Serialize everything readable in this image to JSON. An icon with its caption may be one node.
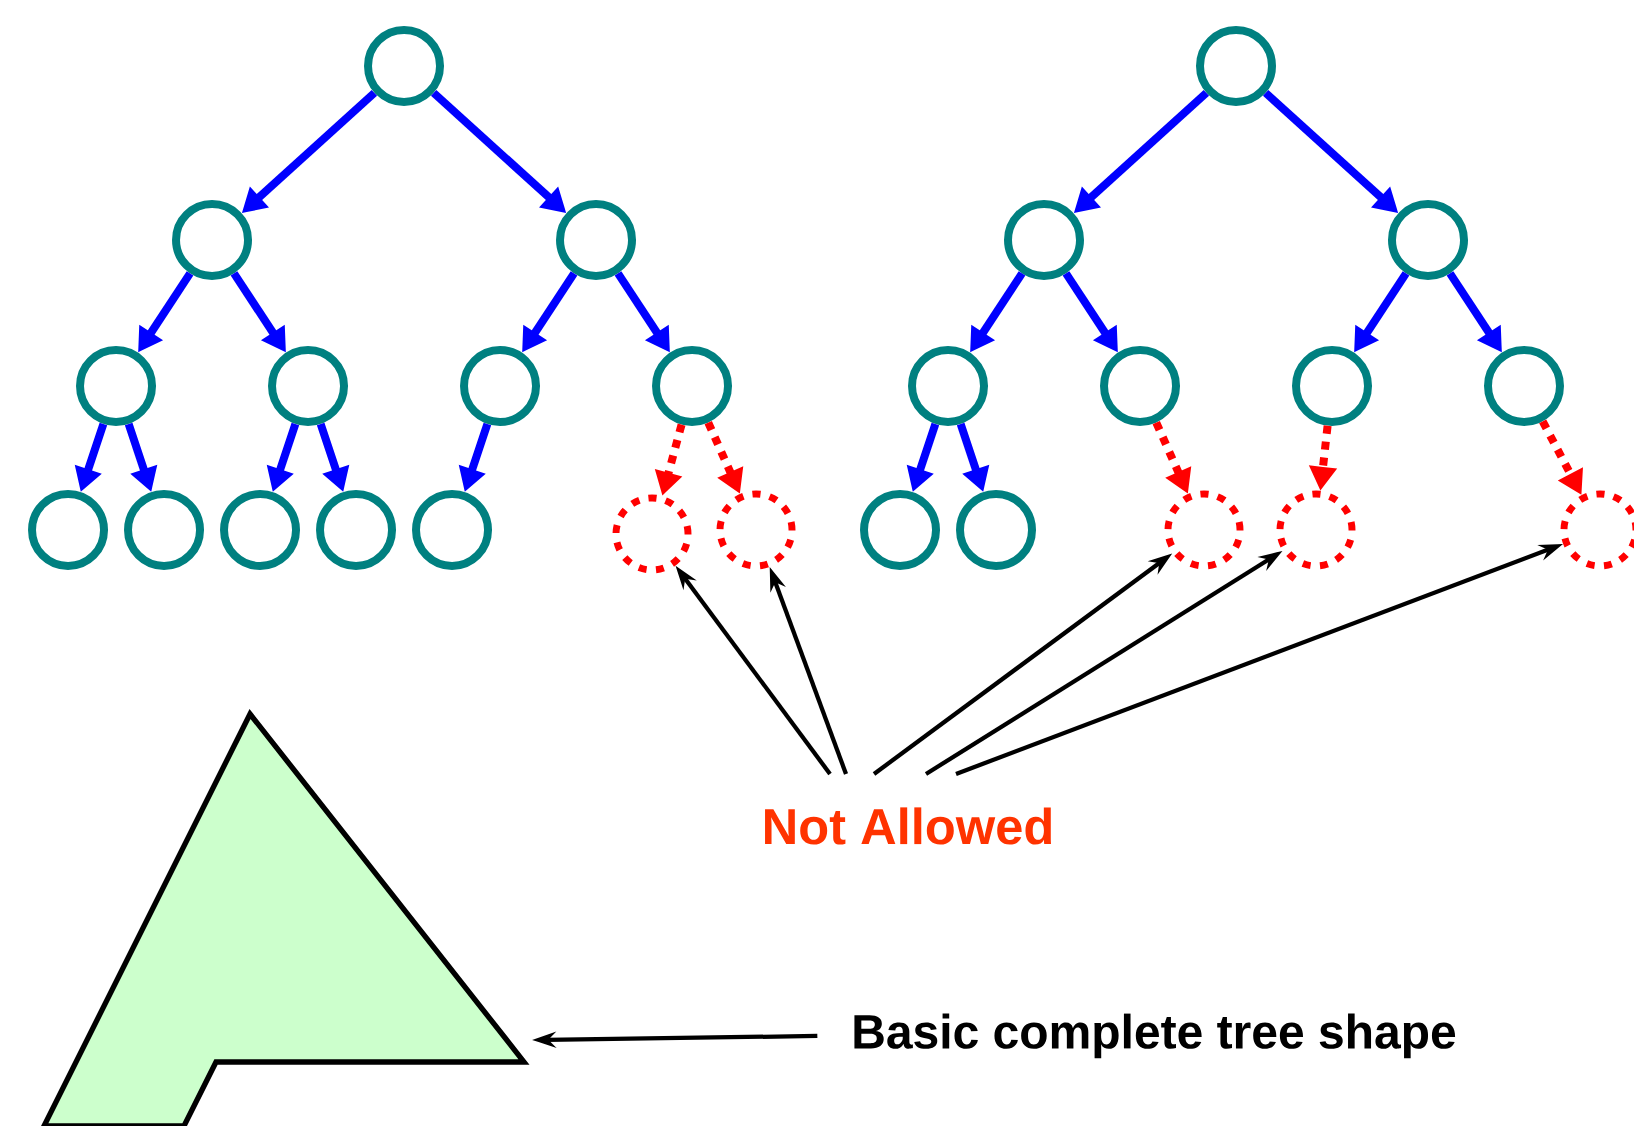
{
  "diagram": {
    "nodes": [
      {
        "text": [],
        "shape": "circle"
      },
      {
        "text": [],
        "shape": "circle"
      },
      {
        "text": [],
        "shape": "circle"
      },
      {
        "text": [],
        "shape": "circle"
      },
      {
        "text": [],
        "shape": "circle"
      },
      {
        "text": [],
        "shape": "circle"
      },
      {
        "text": [],
        "shape": "circle"
      },
      {
        "text": [],
        "shape": "circle"
      },
      {
        "text": [],
        "shape": "circle"
      },
      {
        "text": [],
        "shape": "circle"
      },
      {
        "text": [],
        "shape": "circle"
      },
      {
        "text": [],
        "shape": "circle"
      },
      {
        "text": [],
        "shape": "circle"
      },
      {
        "text": [],
        "shape": "circle"
      },
      {
        "text": [],
        "shape": "circle"
      },
      {
        "text": [],
        "shape": "circle"
      },
      {
        "text": [],
        "shape": "circle"
      },
      {
        "text": [],
        "shape": "circle"
      },
      {
        "text": [],
        "shape": "circle"
      },
      {
        "text": [],
        "shape": "circle"
      },
      {
        "text": [],
        "shape": "circle"
      },
      {
        "text": [],
        "shape": "circle"
      },
      {
        "text": [],
        "shape": "circle"
      },
      {
        "text": [],
        "shape": "circle"
      },
      {
        "text": [],
        "shape": "circle"
      },
      {
        "text": [],
        "shape": "circle"
      },
      {
        "text": [
          "Not Allowed"
        ]
      },
      {
        "text": [],
        "shape": "triangle"
      },
      {
        "text": [
          "Basic complete tree shape"
        ]
      }
    ],
    "edges": [
      {
        "from": 0,
        "to": 1,
        "arrow": "to"
      },
      {
        "from": 0,
        "to": 2,
        "arrow": "to"
      },
      {
        "from": 1,
        "to": 3,
        "arrow": "to"
      },
      {
        "from": 1,
        "to": 4,
        "arrow": "to"
      },
      {
        "from": 2,
        "to": 5,
        "arrow": "to"
      },
      {
        "from": 2,
        "to": 6,
        "arrow": "to"
      },
      {
        "from": 3,
        "to": 7,
        "arrow": "to"
      },
      {
        "from": 3,
        "to": 8,
        "arrow": "to"
      },
      {
        "from": 4,
        "to": 9,
        "arrow": "to"
      },
      {
        "from": 4,
        "to": 10,
        "arrow": "to"
      },
      {
        "from": 5,
        "to": 11,
        "arrow": "to"
      },
      {
        "from": 6,
        "to": 12,
        "arrow": "to",
        "style": "dashed",
        "color": "#ff0000"
      },
      {
        "from": 6,
        "to": 13,
        "arrow": "to",
        "style": "dashed",
        "color": "#ff0000"
      },
      {
        "from": 14,
        "to": 15,
        "arrow": "to"
      },
      {
        "from": 14,
        "to": 16,
        "arrow": "to"
      },
      {
        "from": 15,
        "to": 17,
        "arrow": "to"
      },
      {
        "from": 15,
        "to": 18,
        "arrow": "to"
      },
      {
        "from": 16,
        "to": 19,
        "arrow": "to"
      },
      {
        "from": 16,
        "to": 20,
        "arrow": "to"
      },
      {
        "from": 17,
        "to": 21,
        "arrow": "to"
      },
      {
        "from": 17,
        "to": 22,
        "arrow": "to"
      },
      {
        "from": 18,
        "to": 23,
        "arrow": "to",
        "style": "dashed",
        "color": "#ff0000"
      },
      {
        "from": 19,
        "to": 24,
        "arrow": "to",
        "style": "dashed",
        "color": "#ff0000"
      },
      {
        "from": 20,
        "to": 25,
        "arrow": "to",
        "style": "dashed",
        "color": "#ff0000"
      },
      {
        "from": 26,
        "to": 12,
        "arrow": "to",
        "color": "#000000"
      },
      {
        "from": 26,
        "to": 13,
        "arrow": "to",
        "color": "#000000"
      },
      {
        "from": 26,
        "to": 23,
        "arrow": "to",
        "color": "#000000"
      },
      {
        "from": 26,
        "to": 24,
        "arrow": "to",
        "color": "#000000"
      },
      {
        "from": 26,
        "to": 25,
        "arrow": "to",
        "color": "#000000"
      },
      {
        "from": 28,
        "to": 27,
        "arrow": "to",
        "color": "#000000"
      }
    ]
  }
}
